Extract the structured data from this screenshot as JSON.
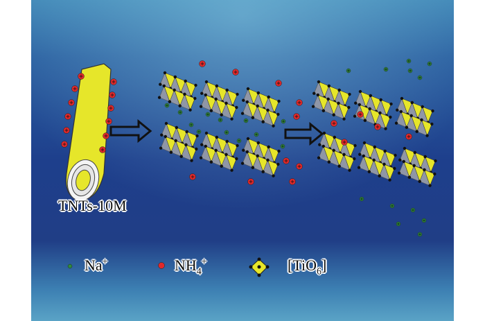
{
  "figure": {
    "tube_label": "TNTs-10M",
    "legend": [
      {
        "symbol": "green-ion",
        "label": "Na",
        "sup": "+",
        "sub": ""
      },
      {
        "symbol": "red-ion",
        "label": "NH",
        "sub": "4",
        "sup": "+"
      },
      {
        "symbol": "tio6-octahedron",
        "label": "[TiO",
        "sub": "6",
        "tail": "]"
      }
    ]
  },
  "colors": {
    "na_ion": "#2e8b3e",
    "nh4_ion": "#e0282a",
    "octahedron": "#e6e62a",
    "background": "#1f3f8a"
  }
}
